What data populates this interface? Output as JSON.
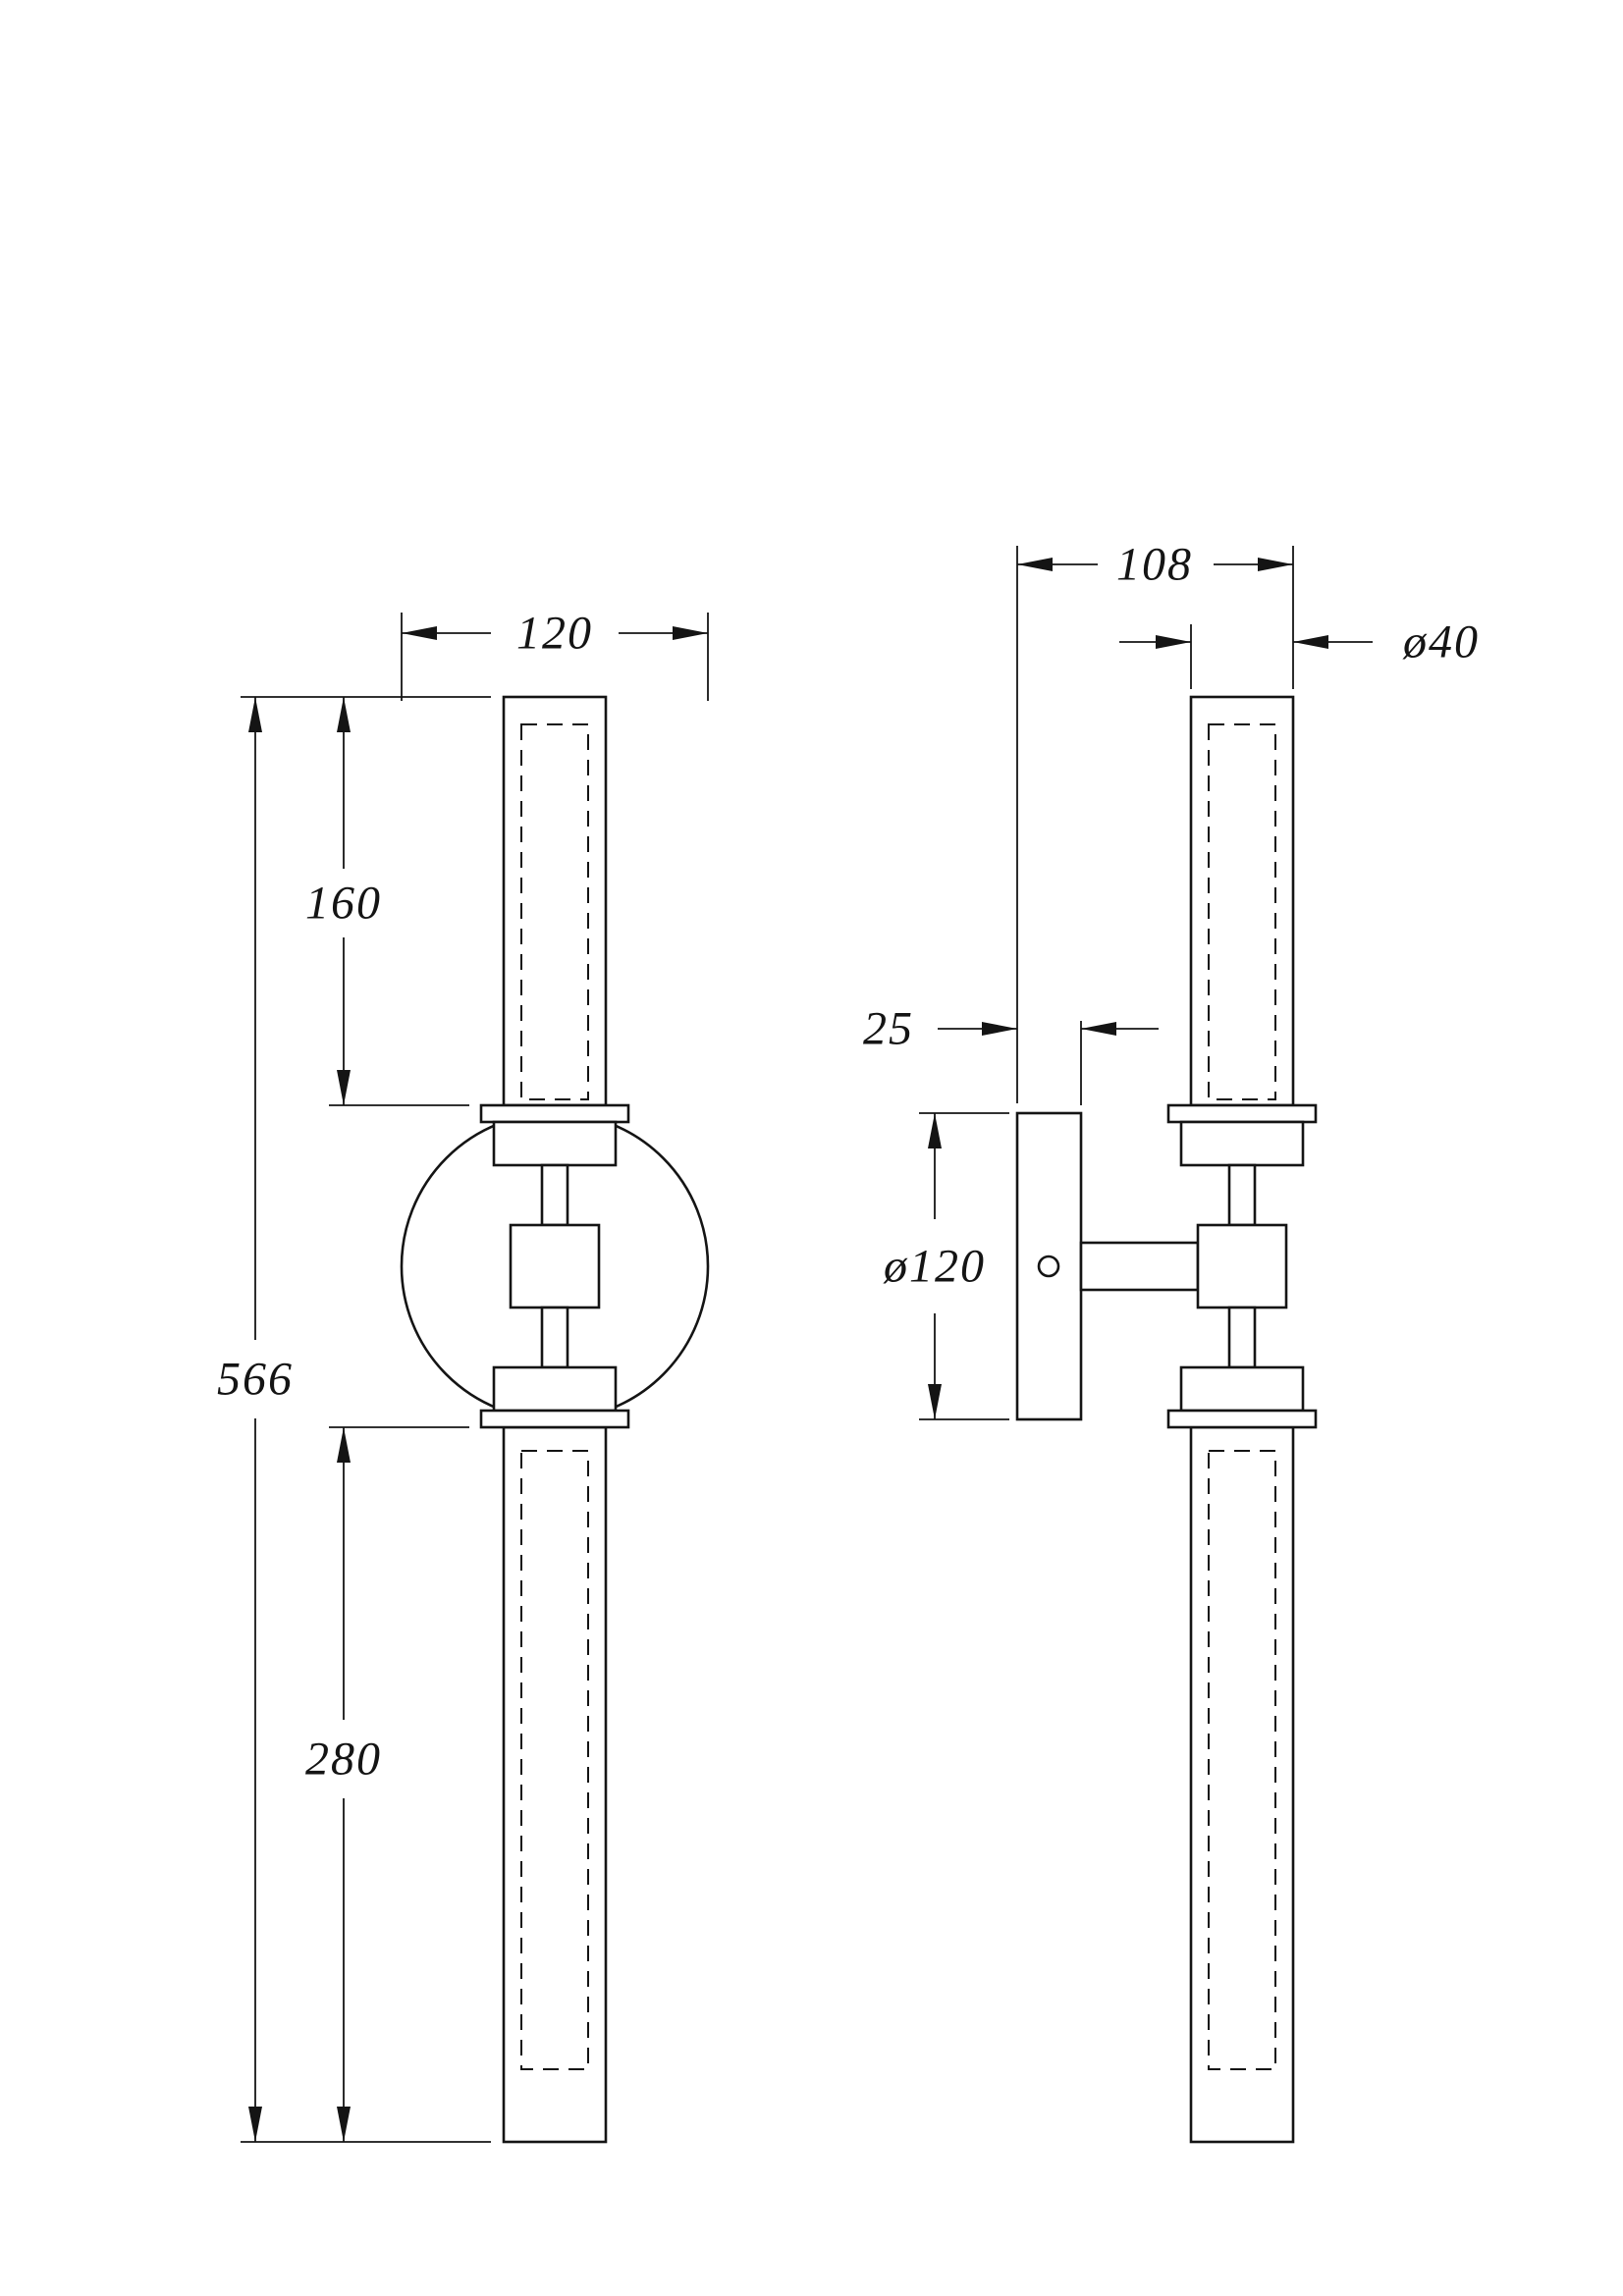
{
  "page": {
    "background": "#ffffff",
    "line_color": "#141414"
  },
  "drawing": {
    "dimensions": {
      "backplate_width": "120",
      "upper_tube_length": "160",
      "total_height": "566",
      "lower_tube_length": "280",
      "total_depth": "108",
      "tube_diameter": "ø40",
      "backplate_thickness": "25",
      "backplate_diameter": "ø120"
    }
  }
}
